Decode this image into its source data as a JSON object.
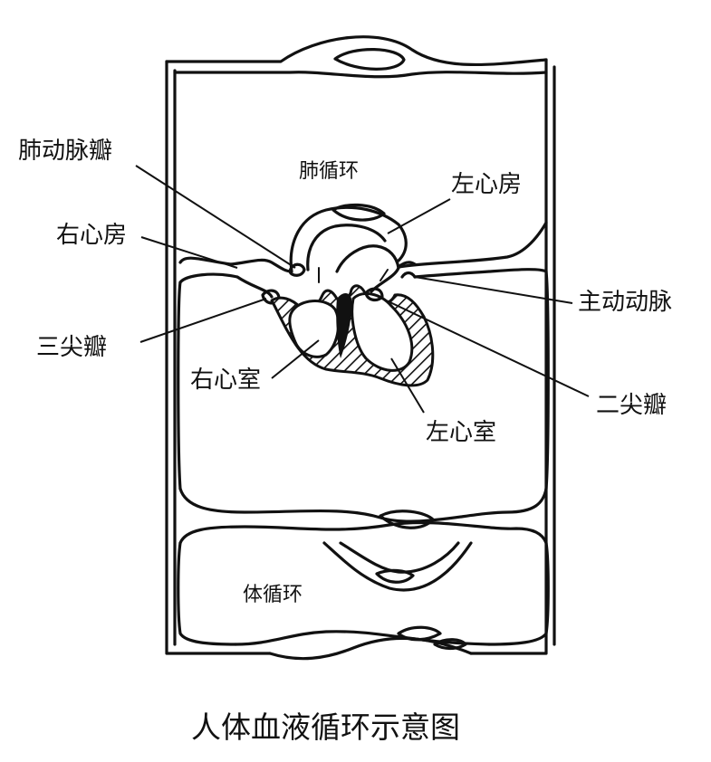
{
  "title": "人体血液循环示意图",
  "labels": {
    "pulmonary_valve": "肺动脉瓣",
    "right_atrium": "右心房",
    "tricuspid_valve": "三尖瓣",
    "right_ventricle": "右心室",
    "pulmonary_circulation": "肺循环",
    "left_atrium": "左心房",
    "aorta": "主动动脉",
    "mitral_valve": "二尖瓣",
    "left_ventricle": "左心室",
    "systemic_circulation": "体循环"
  },
  "colors": {
    "ink": "#111111",
    "background": "#ffffff"
  }
}
